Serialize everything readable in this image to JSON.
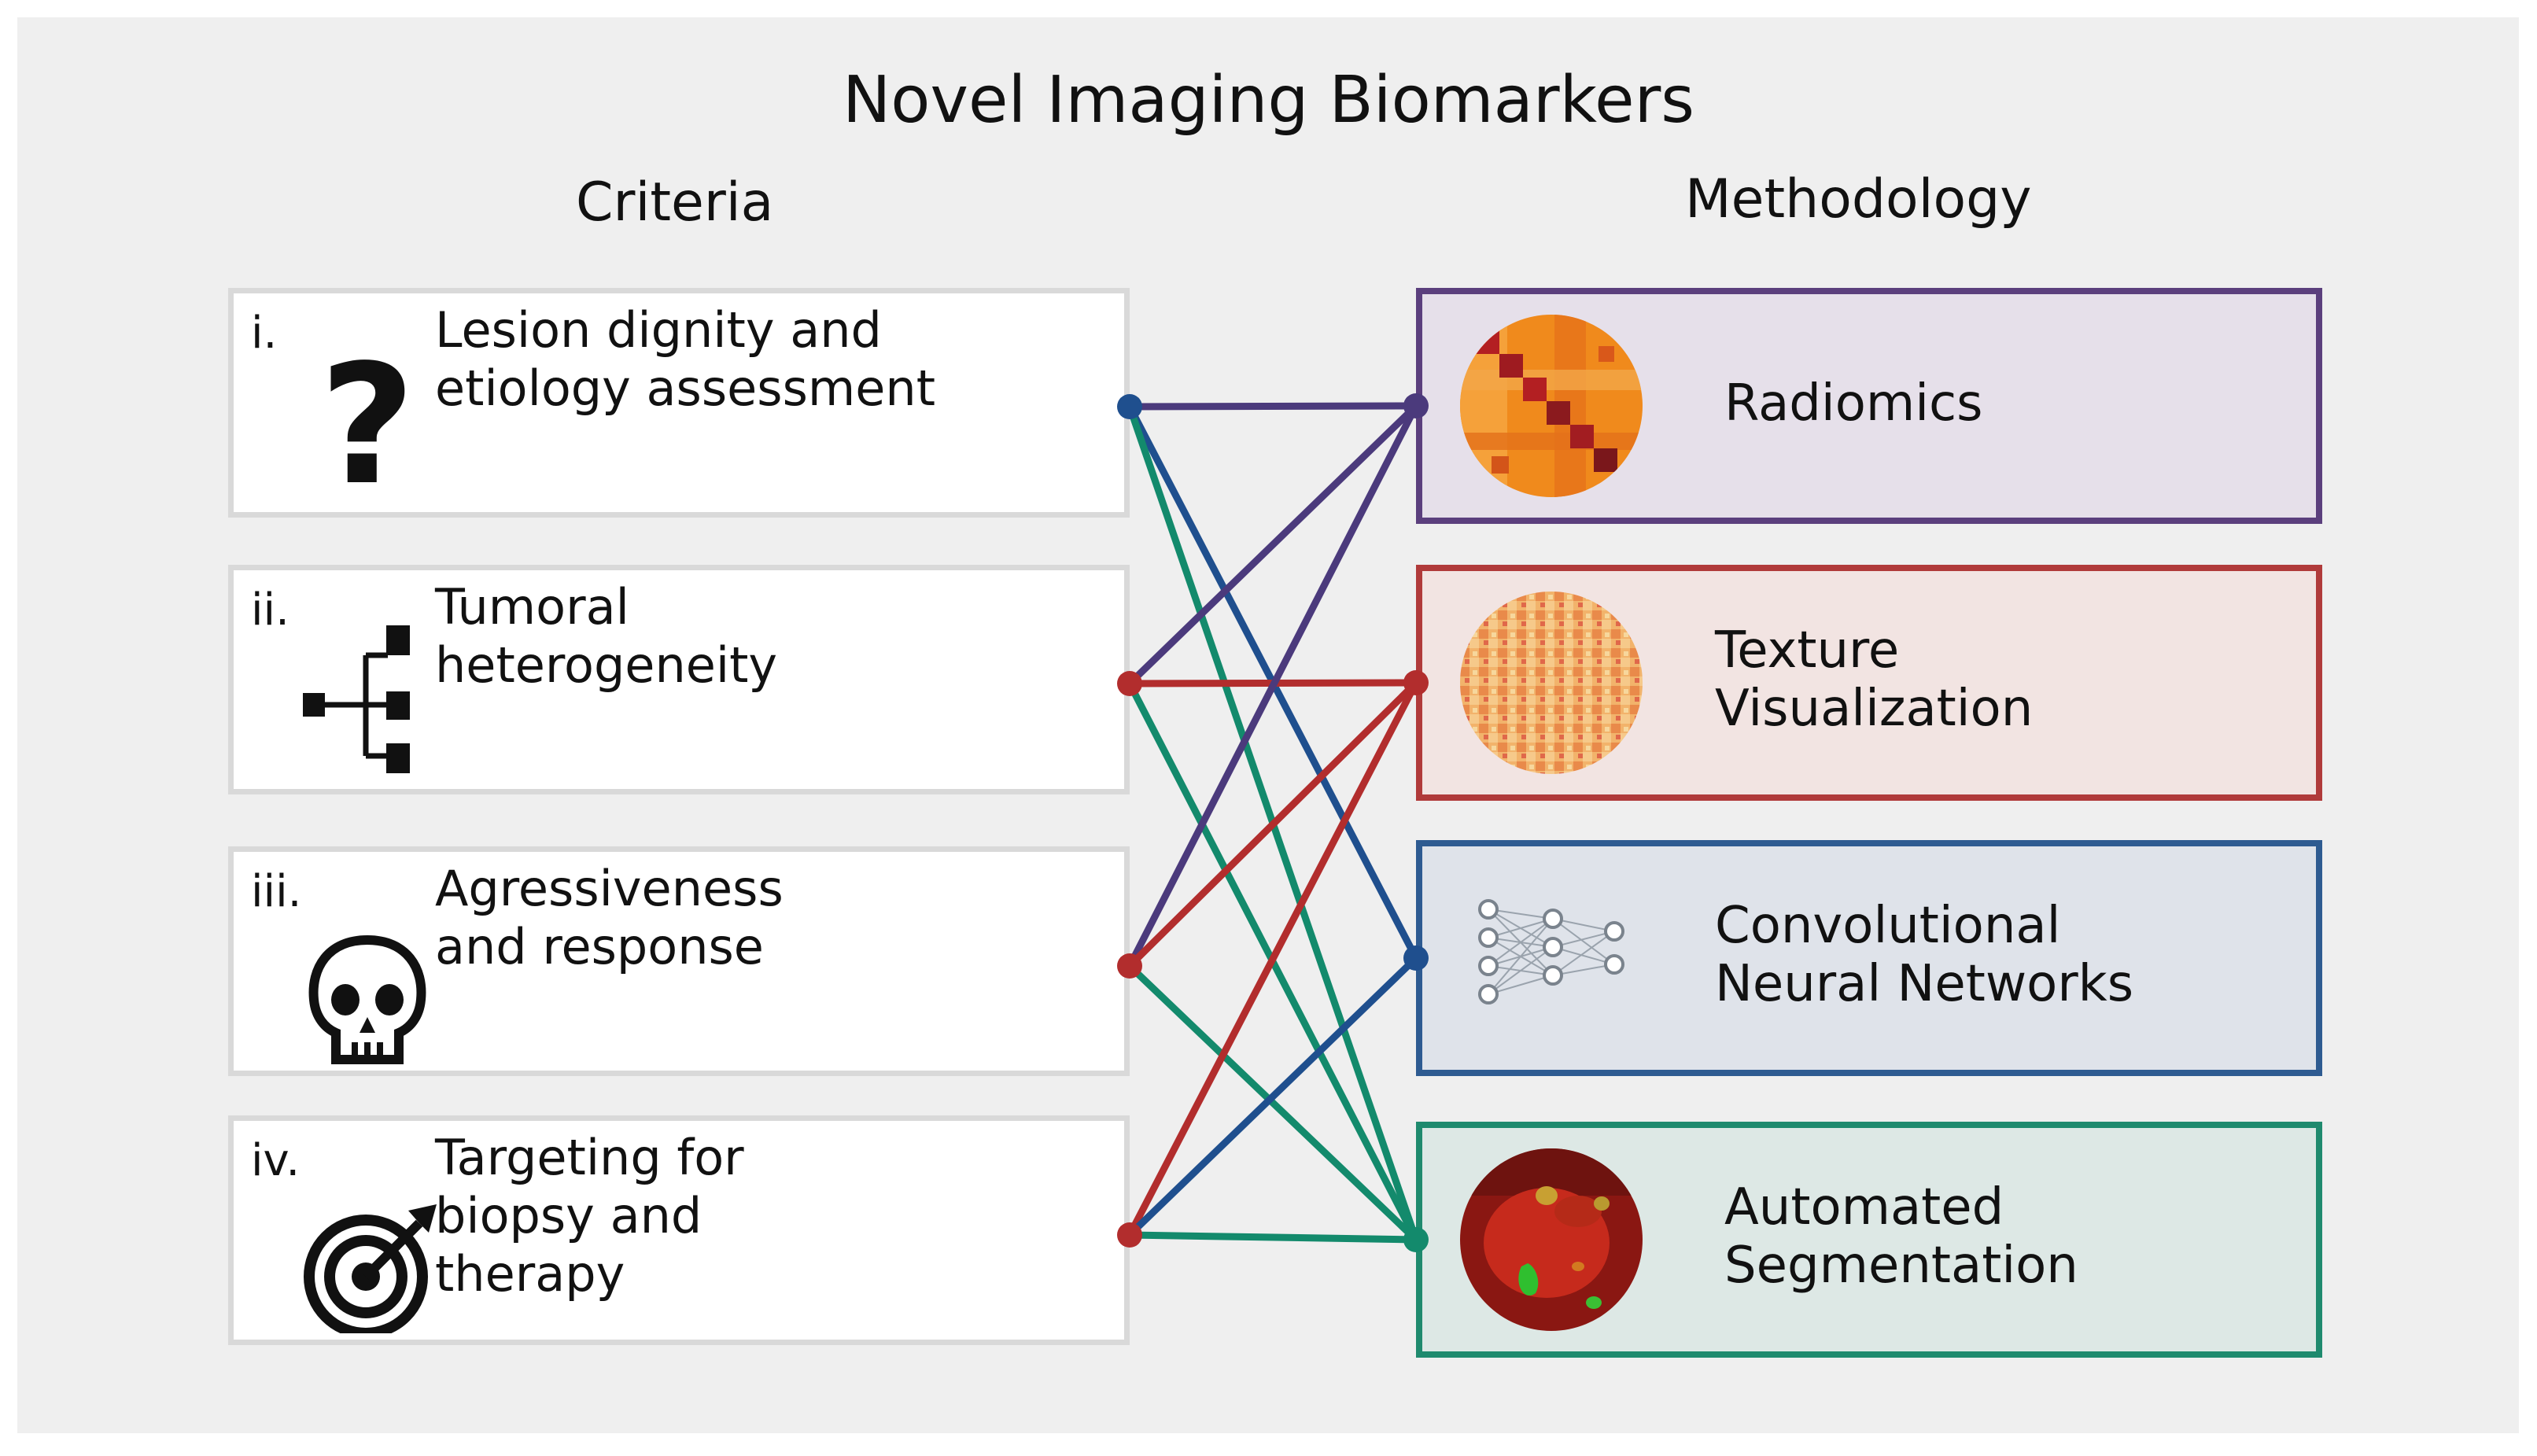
{
  "title": "Novel Imaging Biomarkers",
  "criteria_heading": "Criteria",
  "methodology_heading": "Methodology",
  "criteria": [
    {
      "numeral": "i.",
      "label": "Lesion dignity and\netiology assessment",
      "icon": "question-mark-icon"
    },
    {
      "numeral": "ii.",
      "label": "Tumoral\nheterogeneity",
      "icon": "tree-branch-icon"
    },
    {
      "numeral": "iii.",
      "label": "Agressiveness\nand response",
      "icon": "skull-icon"
    },
    {
      "numeral": "iv.",
      "label": "Targeting for\nbiopsy and\ntherapy",
      "icon": "target-icon"
    }
  ],
  "methods": [
    {
      "label": "Radiomics",
      "icon": "correlation-matrix-icon",
      "border": "#5b3f7d",
      "fill": "#e6e0ea"
    },
    {
      "label": "Texture\nVisualization",
      "icon": "texture-map-icon",
      "border": "#b03a3a",
      "fill": "#f2e4e2"
    },
    {
      "label": "Convolutional\nNeural Networks",
      "icon": "neural-network-icon",
      "border": "#2e5b91",
      "fill": "#dfe3ea"
    },
    {
      "label": "Automated\nSegmentation",
      "icon": "segmentation-map-icon",
      "border": "#1f8a6e",
      "fill": "#dde8e5"
    }
  ],
  "colors": {
    "radiomics": "#4b3a7c",
    "texture": "#b22d2d",
    "cnn": "#1f4f8e",
    "segmentation": "#138a6c"
  },
  "connections": [
    {
      "from": 0,
      "to": 0,
      "color": "#4b3a7c"
    },
    {
      "from": 0,
      "to": 2,
      "color": "#1f4f8e"
    },
    {
      "from": 0,
      "to": 3,
      "color": "#138a6c"
    },
    {
      "from": 1,
      "to": 0,
      "color": "#4b3a7c"
    },
    {
      "from": 1,
      "to": 1,
      "color": "#b22d2d"
    },
    {
      "from": 1,
      "to": 3,
      "color": "#138a6c"
    },
    {
      "from": 2,
      "to": 0,
      "color": "#4b3a7c"
    },
    {
      "from": 2,
      "to": 1,
      "color": "#b22d2d"
    },
    {
      "from": 2,
      "to": 3,
      "color": "#138a6c"
    },
    {
      "from": 3,
      "to": 1,
      "color": "#b22d2d"
    },
    {
      "from": 3,
      "to": 2,
      "color": "#1f4f8e"
    },
    {
      "from": 3,
      "to": 3,
      "color": "#138a6c"
    }
  ]
}
